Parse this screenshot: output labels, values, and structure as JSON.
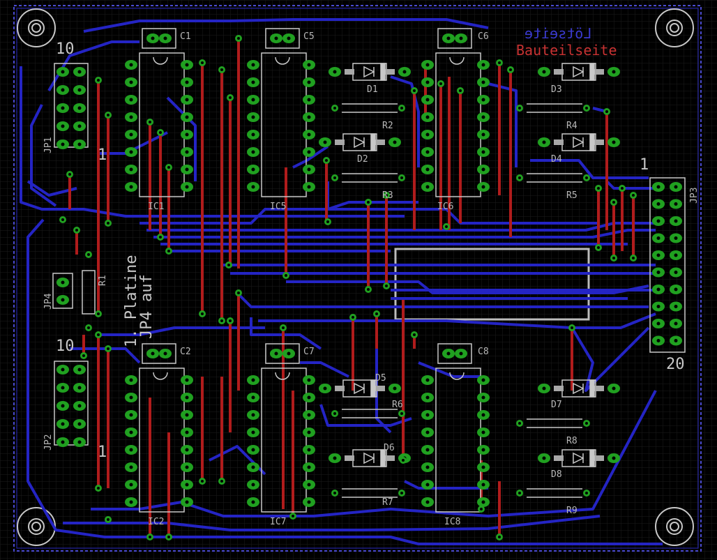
{
  "layers": {
    "solder_side": "Lötseite",
    "component_side": "Bauteilseite"
  },
  "note": {
    "line1": "1. Platine",
    "line2": "JP4 auf"
  },
  "components": {
    "ic": [
      "IC1",
      "IC2",
      "IC5",
      "IC6",
      "IC7",
      "IC8"
    ],
    "caps": [
      "C1",
      "C2",
      "C5",
      "C6",
      "C7",
      "C8"
    ],
    "diodes": [
      "D1",
      "D2",
      "D3",
      "D4",
      "D5",
      "D6",
      "D7",
      "D8"
    ],
    "resistors": [
      "R1",
      "R2",
      "R3",
      "R4",
      "R5",
      "R6",
      "R7",
      "R8",
      "R9"
    ],
    "jumpers": [
      "JP1",
      "JP2",
      "JP3",
      "JP4"
    ]
  },
  "pin_labels": {
    "jp1_top": "10",
    "jp1_bottom": "1",
    "jp2_top": "10",
    "jp2_bottom": "1",
    "jp3_top": "1",
    "jp3_bottom": "20"
  },
  "colors": {
    "background": "#000000",
    "grid": "#1e1e1e",
    "bottom_copper": "#2020c0",
    "top_copper": "#b01818",
    "pad": "#20a020",
    "silk": "#c8c8c8",
    "outline": "#3232c8"
  }
}
